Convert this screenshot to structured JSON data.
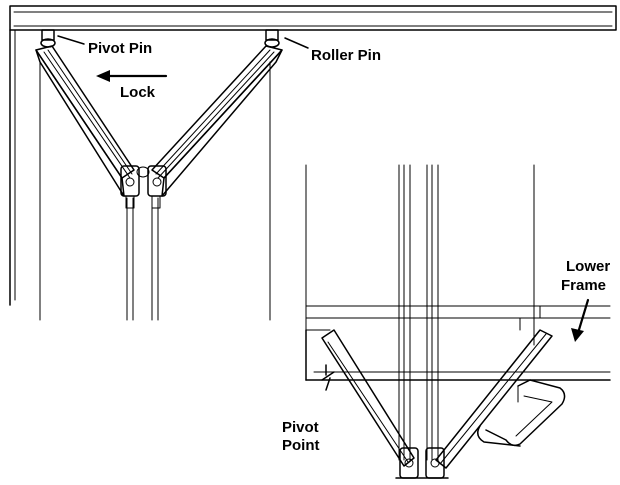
{
  "colors": {
    "line": "#000000",
    "fill": "#ffffff",
    "shade": "#d9d9d9"
  },
  "labels": {
    "pivot_pin": "Pivot Pin",
    "lock": "Lock",
    "roller_pin": "Roller Pin",
    "lower_frame_line1": "Lower",
    "lower_frame_line2": "Frame",
    "pivot_point_line1": "Pivot",
    "pivot_point_line2": "Point"
  }
}
